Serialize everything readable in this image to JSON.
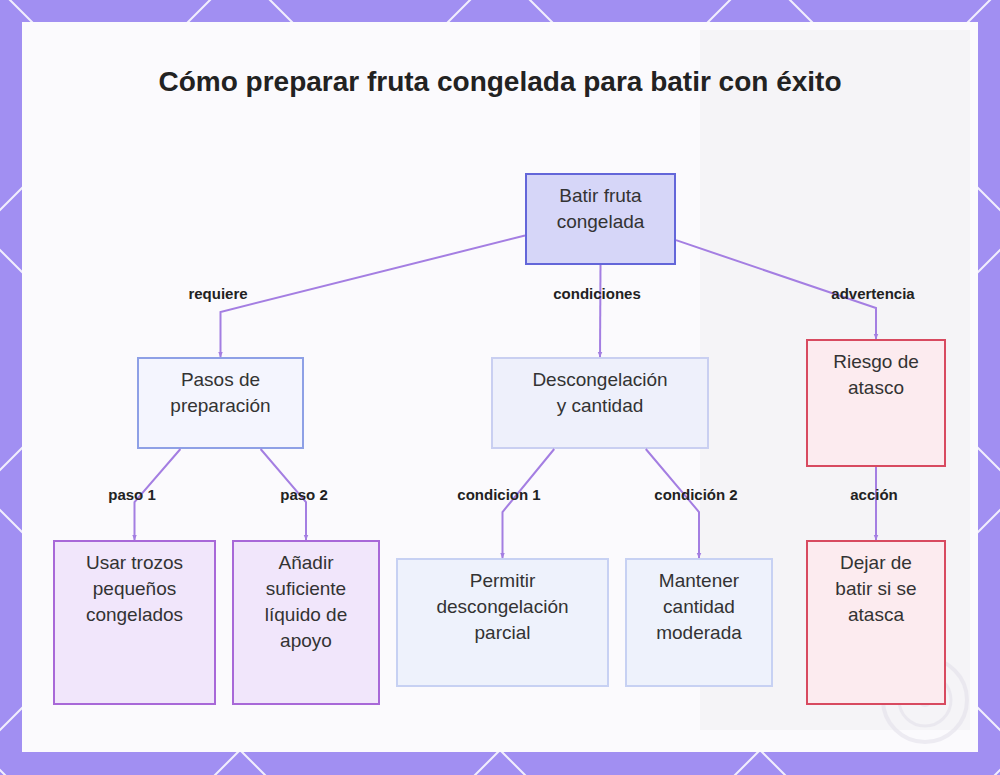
{
  "diagram": {
    "title": "Cómo preparar fruta congelada para batir con éxito",
    "nodes": [
      {
        "text": [
          "Batir fruta congelada"
        ]
      },
      {
        "text": [
          "Pasos de preparación"
        ]
      },
      {
        "text": [
          "Descongelación y cantidad"
        ]
      },
      {
        "text": [
          "Riesgo de atasco"
        ]
      },
      {
        "text": [
          "Usar trozos pequeños congelados"
        ]
      },
      {
        "text": [
          "Añadir suficiente líquido de apoyo"
        ]
      },
      {
        "text": [
          "Permitir descongelación parcial"
        ]
      },
      {
        "text": [
          "Mantener cantidad moderada"
        ]
      },
      {
        "text": [
          "Dejar de batir si se atasca"
        ]
      }
    ],
    "edges": [
      {
        "from": 0,
        "to": 1,
        "label": "requiere",
        "arrow": "to"
      },
      {
        "from": 0,
        "to": 2,
        "label": "condiciones",
        "arrow": "to"
      },
      {
        "from": 0,
        "to": 3,
        "label": "advertencia",
        "arrow": "to"
      },
      {
        "from": 1,
        "to": 4,
        "label": "paso 1",
        "arrow": "to"
      },
      {
        "from": 1,
        "to": 5,
        "label": "paso 2",
        "arrow": "to"
      },
      {
        "from": 2,
        "to": 6,
        "label": "condicion 1",
        "arrow": "to"
      },
      {
        "from": 2,
        "to": 7,
        "label": "condición 2",
        "arrow": "to"
      },
      {
        "from": 3,
        "to": 8,
        "label": "acción",
        "arrow": "to"
      }
    ]
  }
}
